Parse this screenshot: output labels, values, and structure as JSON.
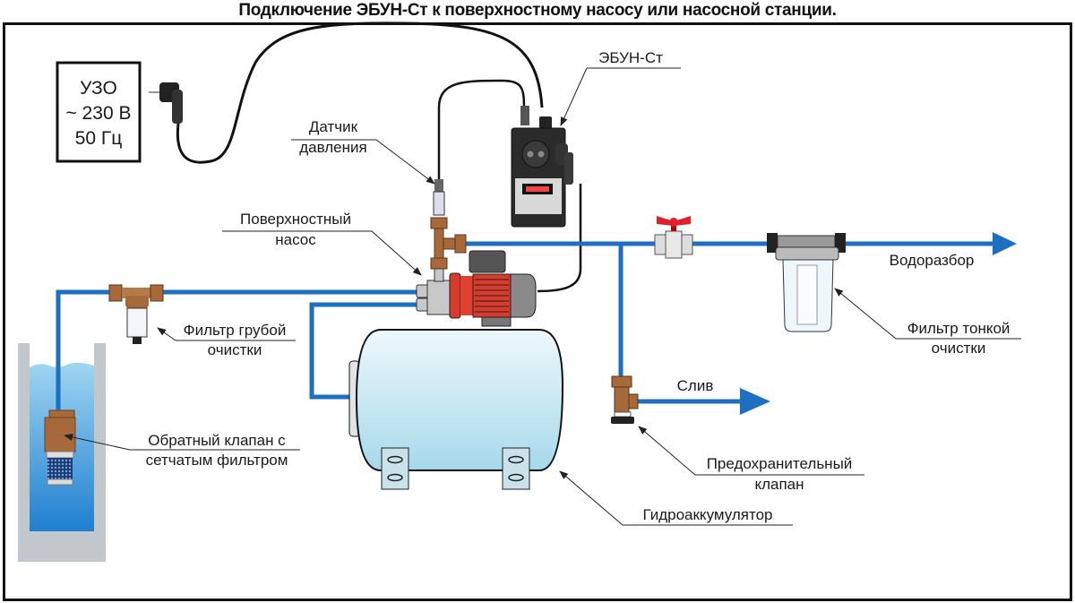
{
  "title": "Подключение ЭБУН-Ст к поверхностному насосу или насосной станции.",
  "power_box": {
    "line1": "УЗО",
    "line2": "~ 230 В",
    "line3": "50 Гц"
  },
  "labels": {
    "controller": "ЭБУН-Ст",
    "pressure_sensor": [
      "Датчик",
      "давления"
    ],
    "surface_pump": [
      "Поверхностный",
      "насос"
    ],
    "coarse_filter": [
      "Фильтр грубой",
      "очистки"
    ],
    "check_valve": [
      "Обратный клапан с",
      "сетчатым фильтром"
    ],
    "water_outlet": "Водоразбор",
    "fine_filter": [
      "Фильтр тонкой",
      "очистки"
    ],
    "drain": "Слив",
    "safety_valve": [
      "Предохранительный",
      "клапан"
    ],
    "accumulator": "Гидроаккумулятор"
  },
  "colors": {
    "pipe": "#1e6fc0",
    "water": "#2b8fd6",
    "brass": "#a8693a",
    "pump_red": "#d93a2b",
    "tank": "#b9e1ee",
    "valve_handle": "#e0202a",
    "controller_body": "#2b2b2b"
  }
}
